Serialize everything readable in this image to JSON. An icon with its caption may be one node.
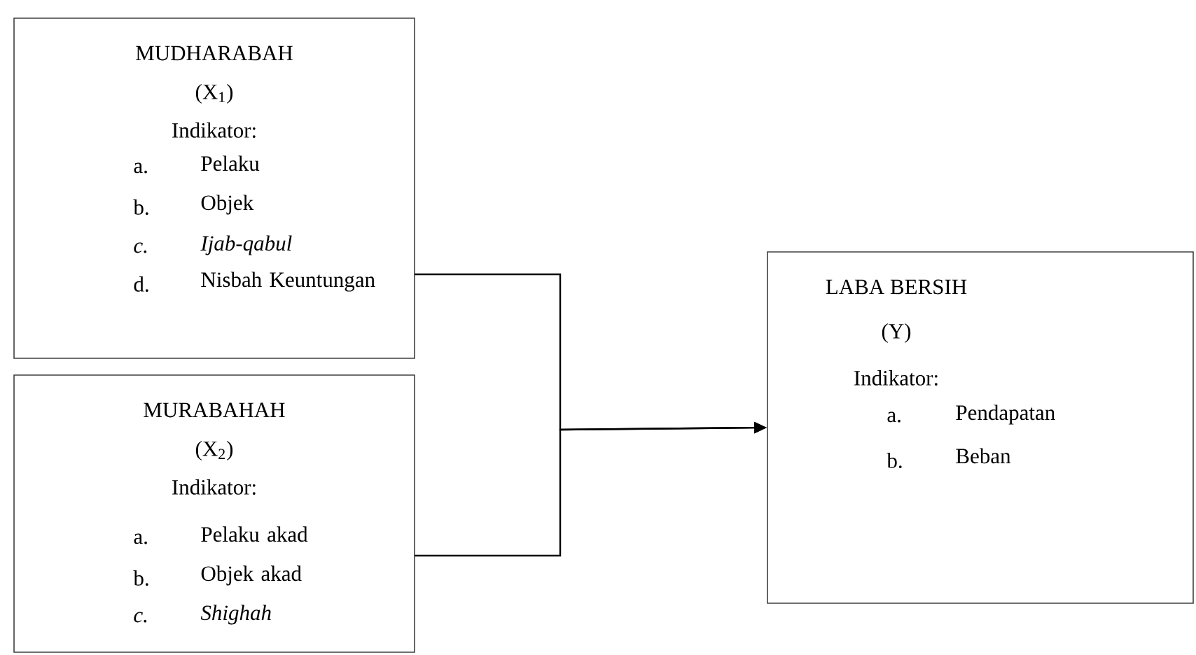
{
  "diagram": {
    "nodes": [
      {
        "text": [
          "MUDHARABAH",
          "(X$_{1}$)",
          "Indikator:",
          "a.",
          "Pelaku",
          "b.",
          "Objek",
          "*c.*",
          "*Ijab-qabul*",
          "d.",
          "Nisbah Keuntungan"
        ]
      },
      {
        "text": [
          "MURABAHAH",
          "(X$_{2}$)",
          "Indikator:",
          "a.",
          "Pelaku akad",
          "b.",
          "Objek akad",
          "*c.*",
          "*Shighah*"
        ]
      },
      {
        "text": [
          "LABA BERSIH",
          "(Y)",
          "Indikator:",
          "a.",
          "Pendapatan",
          "b.",
          "Beban"
        ]
      }
    ],
    "edges": [
      {
        "from": 0,
        "to": 2,
        "arrow": "to"
      },
      {
        "from": 1,
        "to": 2,
        "arrow": "to"
      }
    ]
  }
}
